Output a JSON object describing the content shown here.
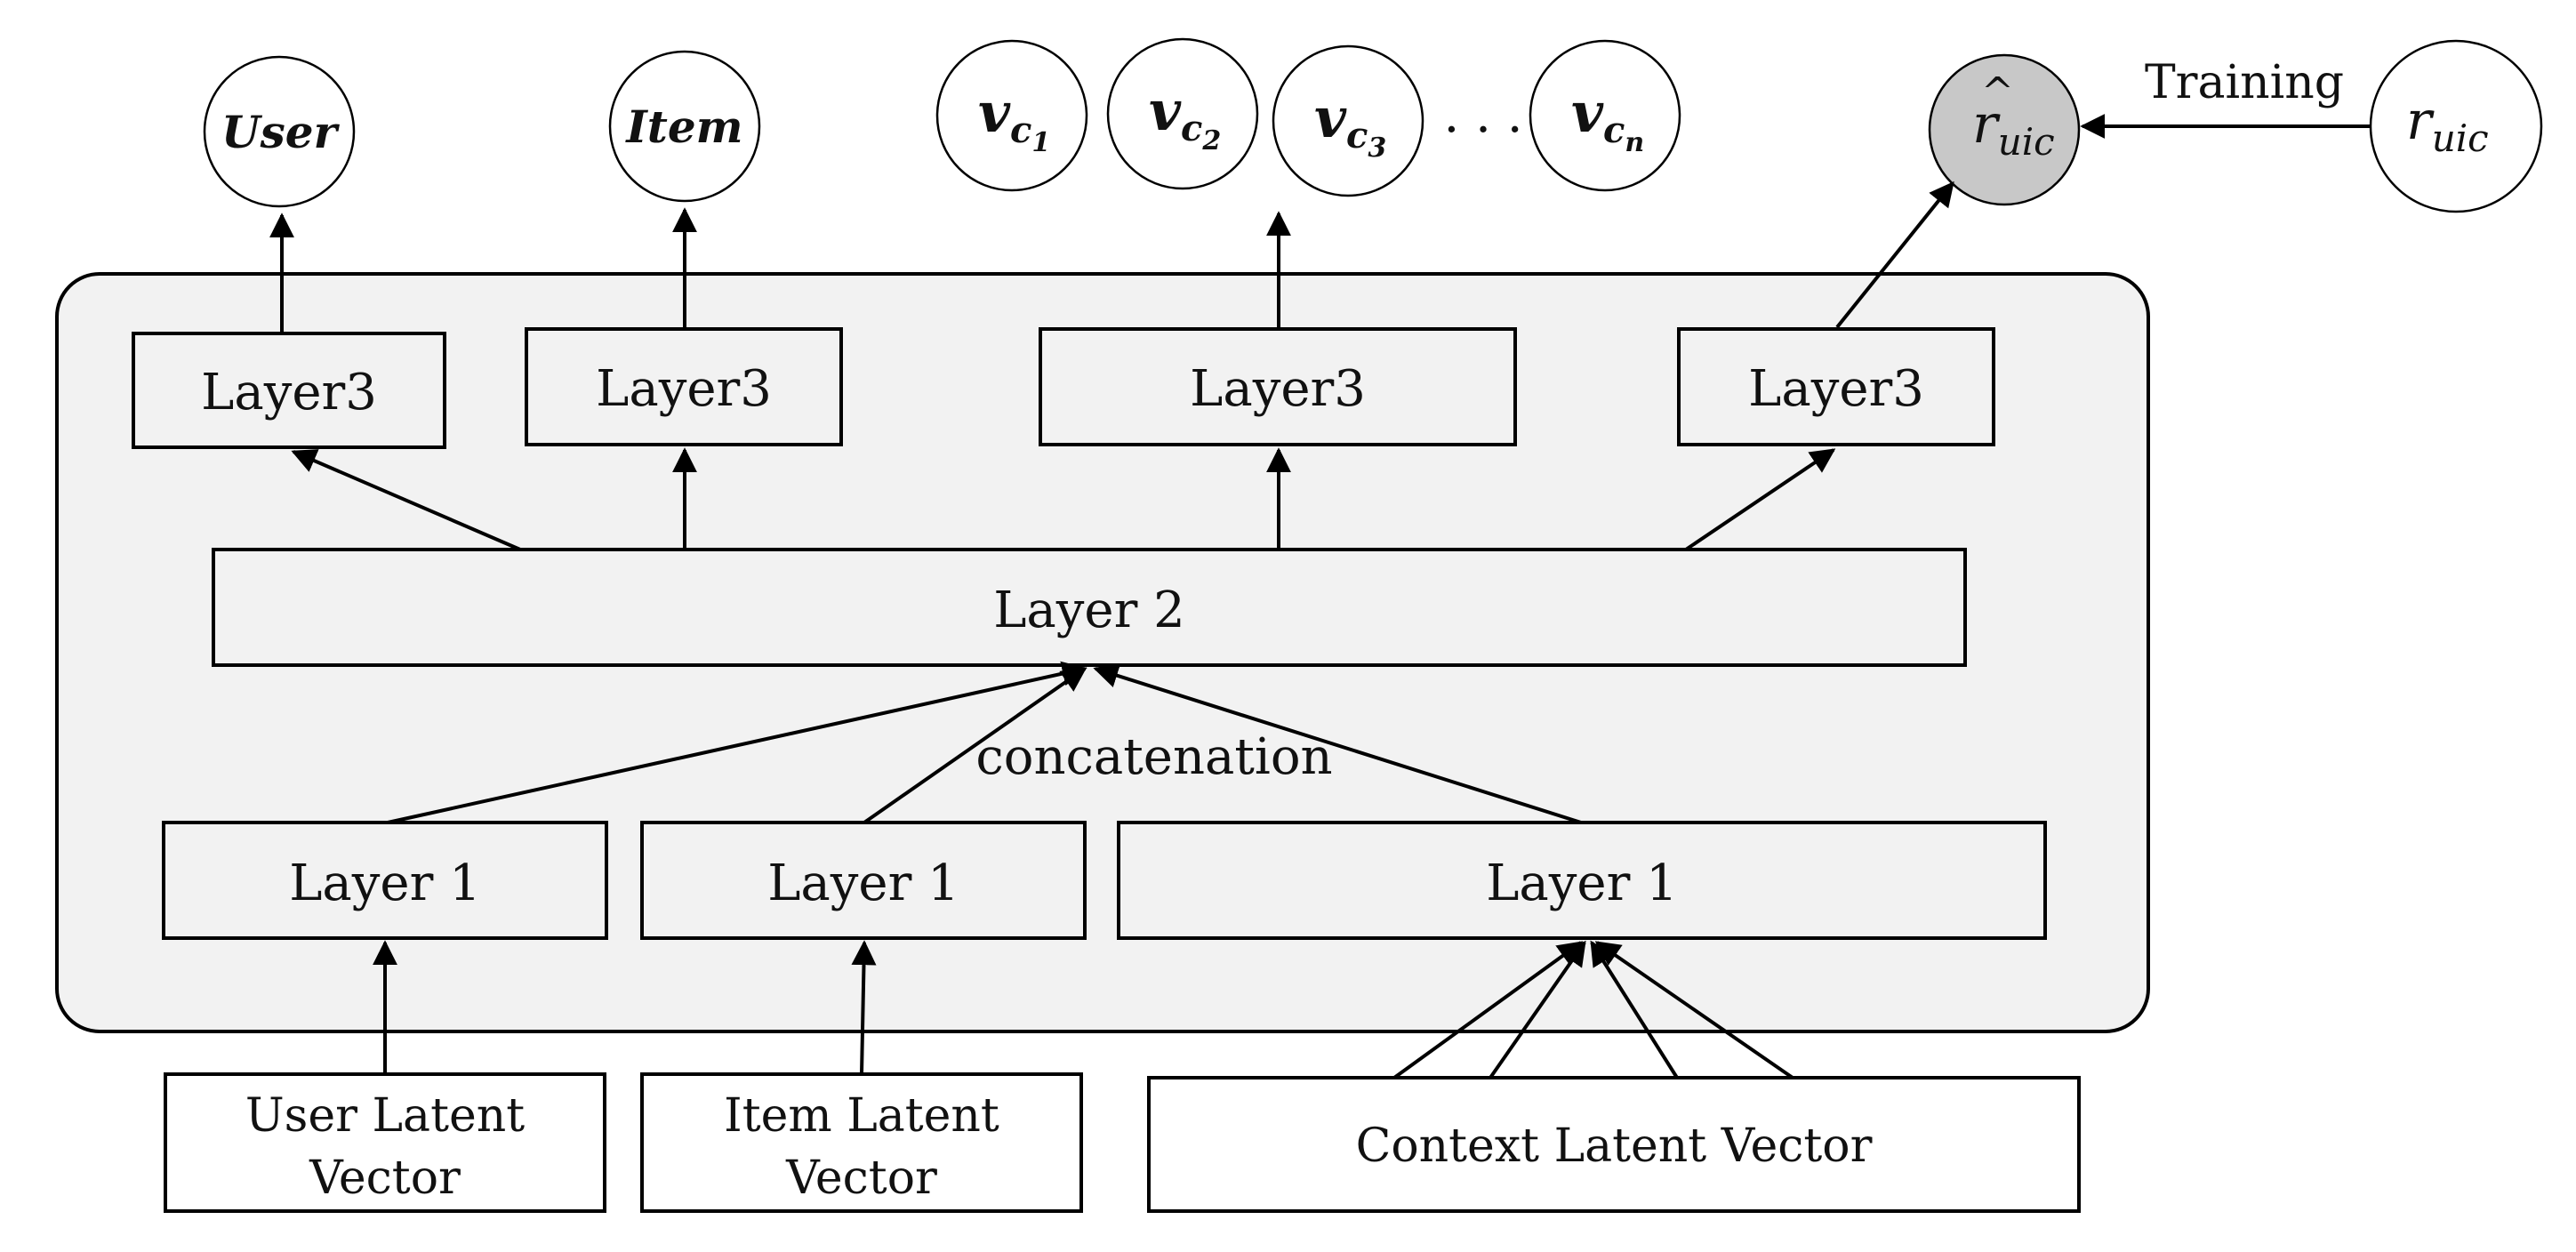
{
  "outputs": {
    "user": "User",
    "item": "Item",
    "context": [
      {
        "base": "v",
        "sub": "c",
        "subsub": "1"
      },
      {
        "base": "v",
        "sub": "c",
        "subsub": "2"
      },
      {
        "base": "v",
        "sub": "c",
        "subsub": "3"
      },
      {
        "base": "v",
        "sub": "c",
        "subsub": "n"
      }
    ],
    "ellipsis": ". . .",
    "predicted": {
      "base": "r",
      "hat": "^",
      "sub": "uic"
    },
    "target": {
      "base": "r",
      "sub": "uic"
    },
    "training_label": "Training"
  },
  "layers": {
    "layer3": [
      "Layer3",
      "Layer3",
      "Layer3",
      "Layer3"
    ],
    "layer2": "Layer 2",
    "concatenation": "concatenation",
    "layer1": [
      "Layer 1",
      "Layer 1",
      "Layer 1"
    ]
  },
  "inputs": {
    "user": [
      "User Latent",
      "Vector"
    ],
    "item": [
      "Item Latent",
      "Vector"
    ],
    "context": "Context Latent Vector"
  },
  "colors": {
    "panel_fill": "#f2f2f2",
    "predicted_fill": "#c8c8c8",
    "stroke": "#000000"
  }
}
